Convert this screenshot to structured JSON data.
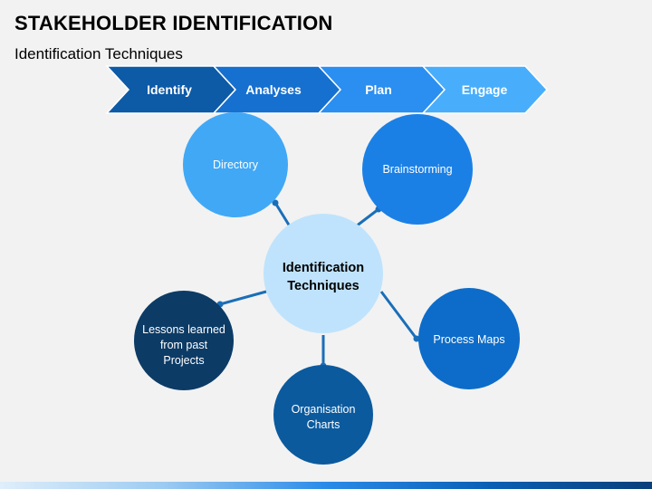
{
  "title": "STAKEHOLDER IDENTIFICATION",
  "subtitle": "Identification Techniques",
  "process_steps": [
    {
      "label": "Identify",
      "color": "#0d5aa7"
    },
    {
      "label": "Analyses",
      "color": "#1670cf"
    },
    {
      "label": "Plan",
      "color": "#2a8ff0"
    },
    {
      "label": "Engage",
      "color": "#48aefc"
    }
  ],
  "center": {
    "line1": "Identification",
    "line2": "Techniques",
    "color": "#bfe3fc"
  },
  "nodes": [
    {
      "lines": [
        "Directory"
      ],
      "color": "#41a8f6"
    },
    {
      "lines": [
        "Brainstorming"
      ],
      "color": "#1a80e6"
    },
    {
      "lines": [
        "Process Maps"
      ],
      "color": "#0d6cc9"
    },
    {
      "lines": [
        "Organisation",
        "Charts"
      ],
      "color": "#0b5a9e"
    },
    {
      "lines": [
        "Lessons learned",
        "from past",
        "Projects"
      ],
      "color": "#0c3b66"
    }
  ],
  "connector_color": "#1a6eb8"
}
